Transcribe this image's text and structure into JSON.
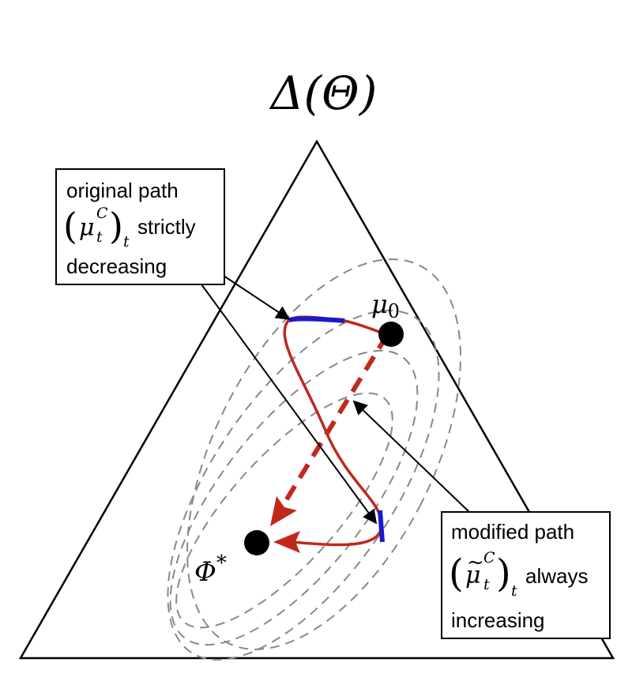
{
  "title": "Δ(Θ)",
  "points": {
    "mu0": "μ",
    "mu0_sub": "0",
    "phi_star": "Φ",
    "phi_star_sup": "*"
  },
  "box_original": {
    "line1": "original path",
    "math_base": "μ",
    "math_sup": "C",
    "math_sub": "t",
    "outer_sub": "t",
    "after_math": "strictly",
    "line3": "decreasing"
  },
  "box_modified": {
    "line1": "modified path",
    "math_base": "μ",
    "math_tilde": "~",
    "math_sup": "C",
    "math_sub": "t",
    "outer_sub": "t",
    "after_math": "always",
    "line3": "increasing"
  },
  "colors": {
    "red_path": "#c0281e",
    "blue_segment": "#1a1acc",
    "contour": "#888888",
    "outline": "#000000"
  }
}
